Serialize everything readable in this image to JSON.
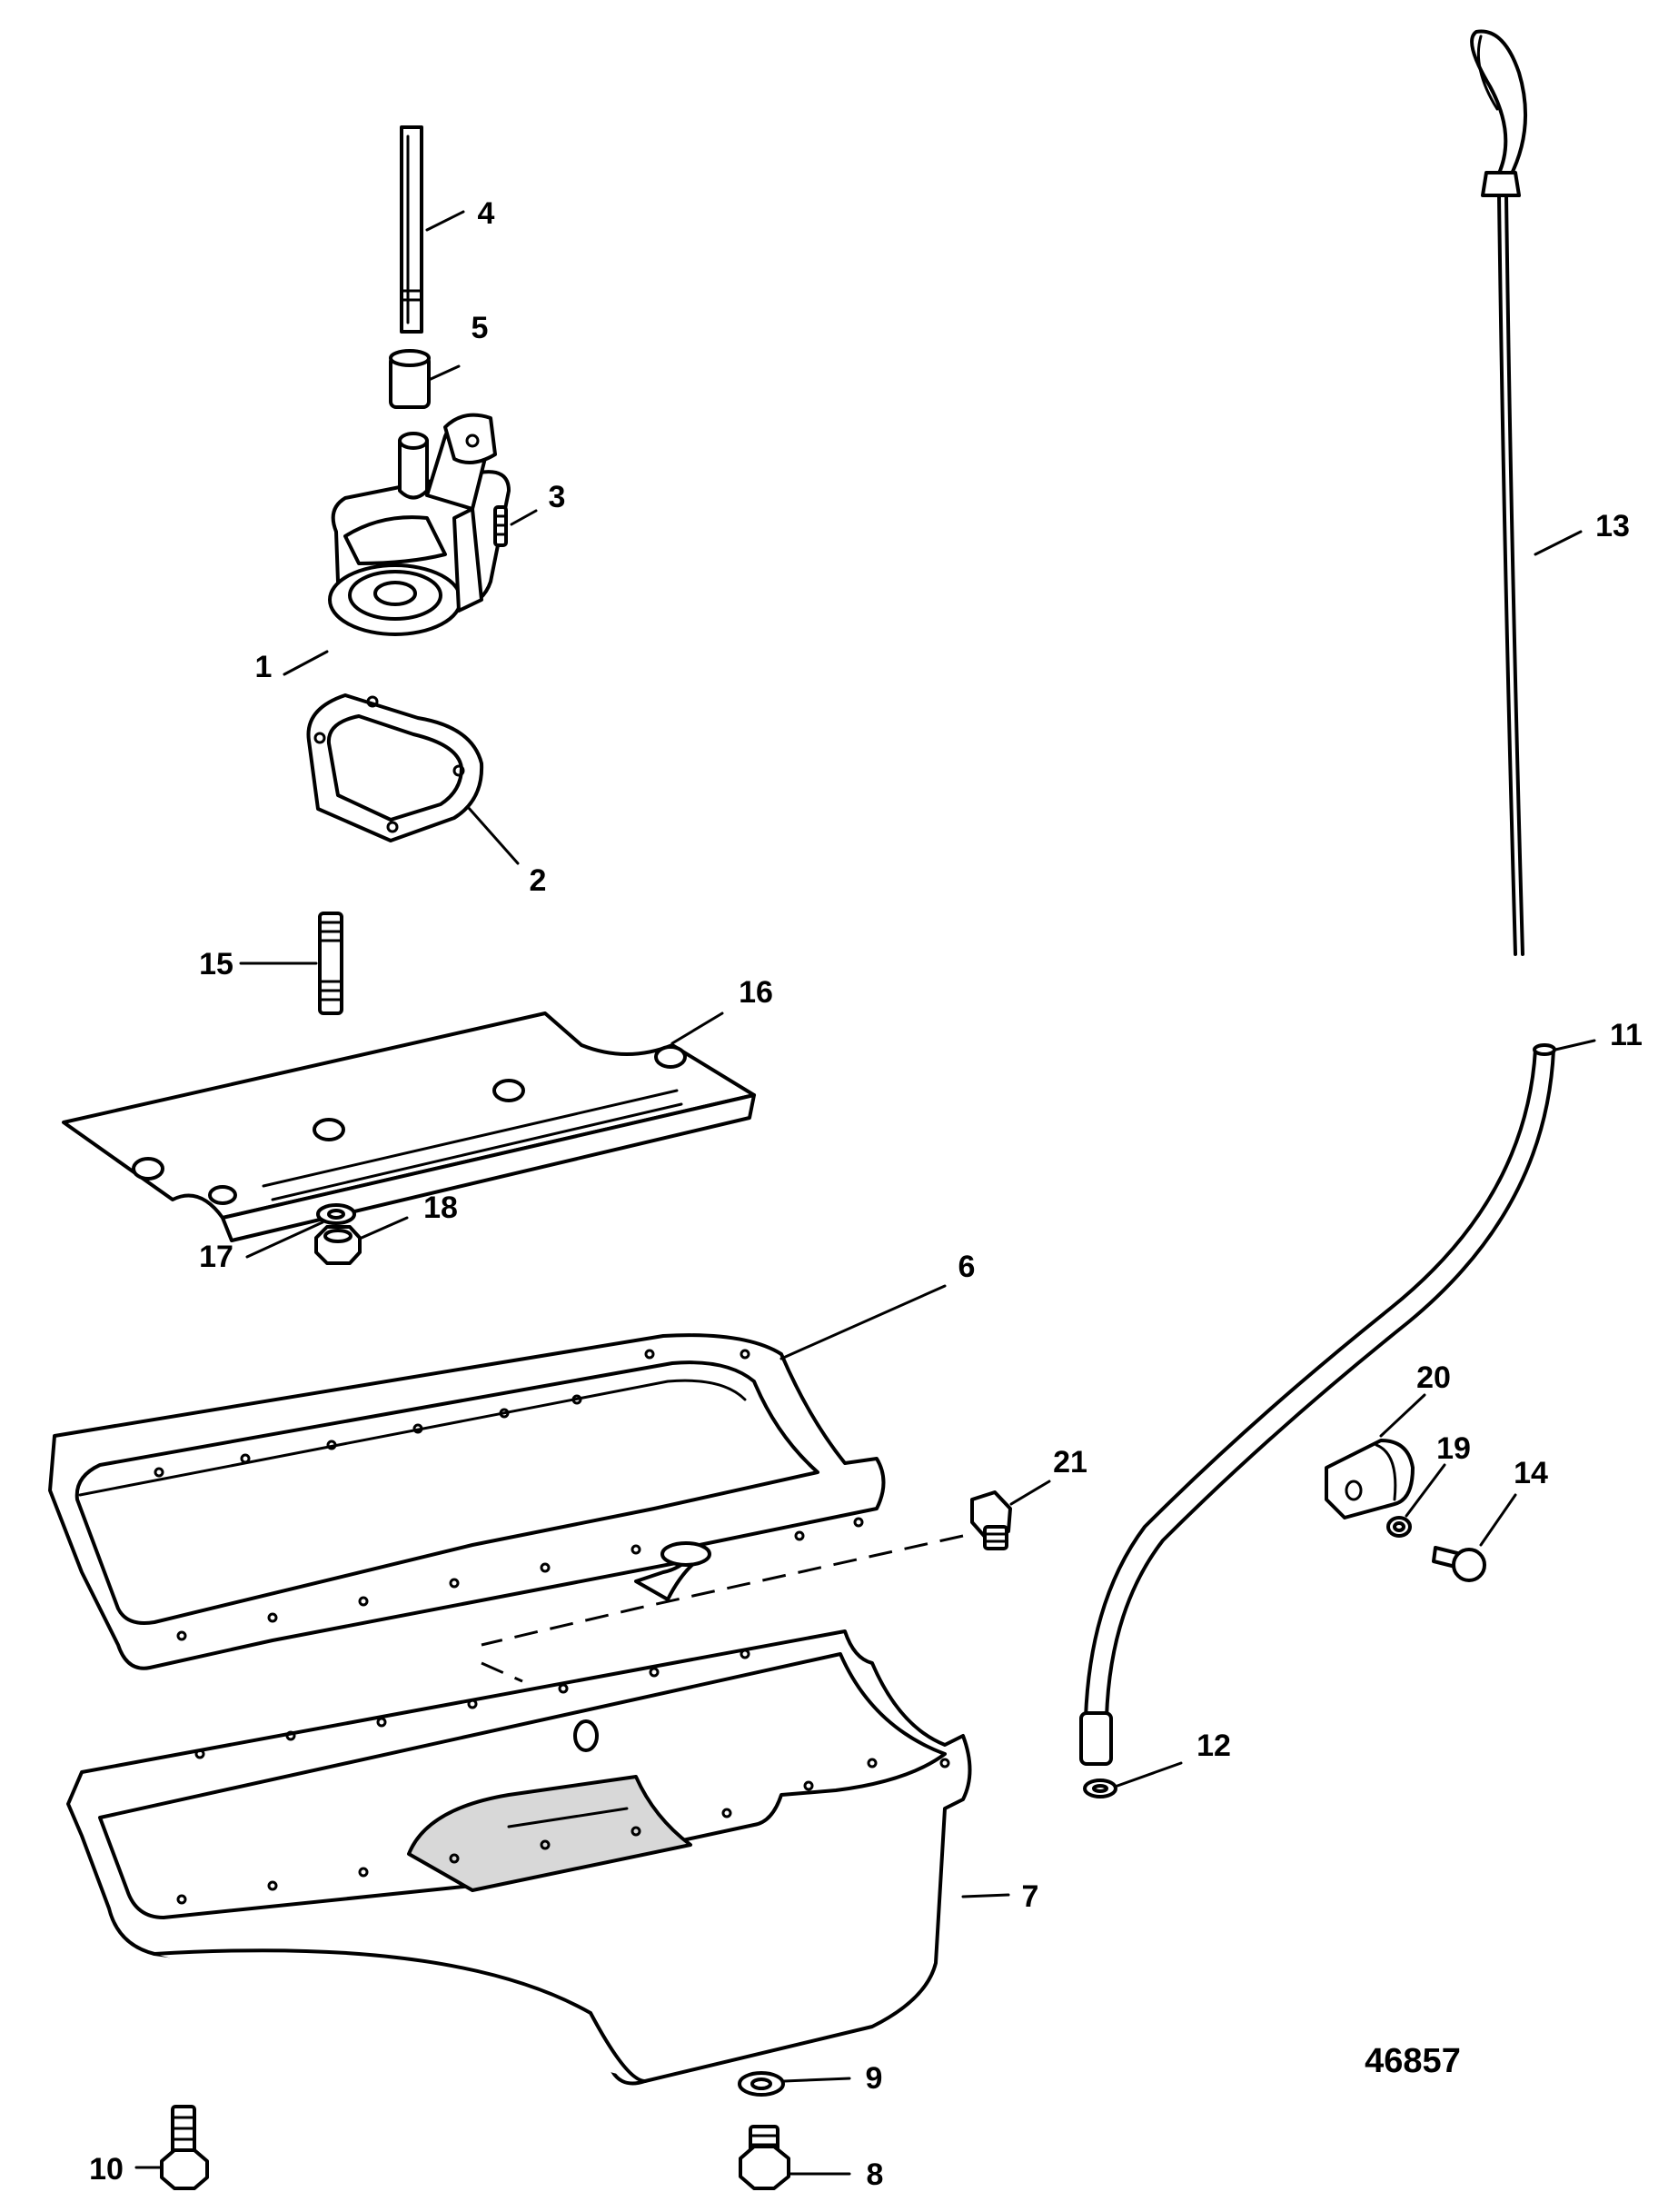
{
  "figure": {
    "number": "46857"
  },
  "callouts": {
    "c1": "1",
    "c2": "2",
    "c3": "3",
    "c4": "4",
    "c5": "5",
    "c6": "6",
    "c7": "7",
    "c8": "8",
    "c9": "9",
    "c10": "10",
    "c11": "11",
    "c12": "12",
    "c13": "13",
    "c14": "14",
    "c15": "15",
    "c16": "16",
    "c17": "17",
    "c18": "18",
    "c19": "19",
    "c20": "20",
    "c21": "21"
  }
}
